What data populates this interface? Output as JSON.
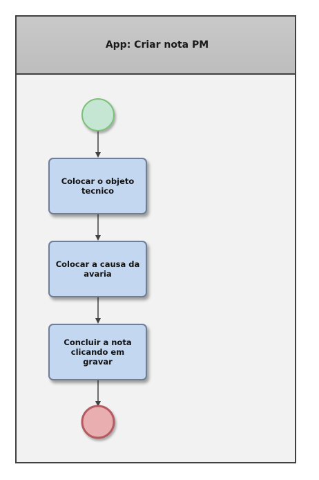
{
  "pool": {
    "title": "App: Criar nota PM"
  },
  "tasks": [
    {
      "label": "Colocar o objeto tecnico"
    },
    {
      "label": "Colocar a causa da avaria"
    },
    {
      "label": "Concluir a nota clicando em gravar"
    }
  ],
  "colors": {
    "start_fill": "#c4e6d2",
    "start_stroke": "#7dc078",
    "end_fill": "#e8aeb0",
    "end_stroke": "#b55a60",
    "task_fill": "#c3d7f1",
    "task_stroke": "#6f7d95",
    "flow": "#404040"
  }
}
